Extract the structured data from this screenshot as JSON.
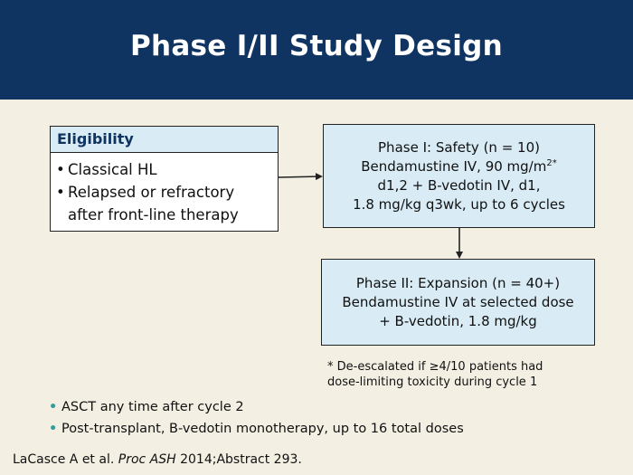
{
  "title": "Phase I/II Study Design",
  "eligibility": {
    "heading": "Eligibility",
    "items": [
      "Classical HL",
      "Relapsed or refractory",
      "after front-line therapy"
    ]
  },
  "phase1": {
    "line1": "Phase I: Safety (n = 10)",
    "line2_text": "Bendamustine IV, 90 mg/m",
    "line2_sup": "2*",
    "line3": "d1,2 + B-vedotin IV, d1,",
    "line4": "1.8 mg/kg q3wk, up to 6 cycles"
  },
  "phase2": {
    "line1": "Phase II: Expansion (n = 40+)",
    "line2": "Bendamustine IV at selected dose",
    "line3": "+ B-vedotin, 1.8 mg/kg"
  },
  "footnote": {
    "line1": "* De-escalated if ≥4/10 patients had",
    "line2": "dose-limiting toxicity during cycle 1"
  },
  "bullets": [
    "ASCT any time after cycle 2",
    "Post-transplant, B-vedotin monotherapy, up to 16 total doses"
  ],
  "citation": {
    "authors": "LaCasce A et al. ",
    "journal": "Proc ASH",
    "rest": " 2014;Abstract 293."
  },
  "colors": {
    "header_bg": "#0f3462",
    "background": "#f3f0e3",
    "box_fill": "#d9ecf5",
    "bullet_accent": "#3a9b9a"
  }
}
